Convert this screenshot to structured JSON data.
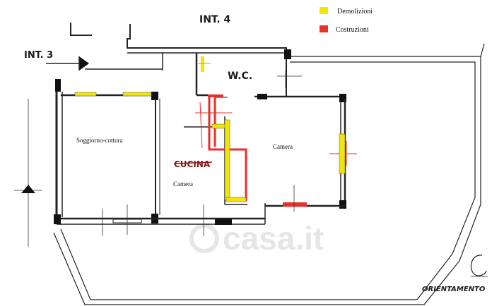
{
  "labels": {
    "int4": "INT. 4",
    "int3": "INT. 3",
    "wc": "W.C.",
    "soggiorno": "Soggiorno-cottura",
    "camera_left": "Camera",
    "camera_right": "Camera",
    "cucina": "CUCINA",
    "orientamento": "ORIENTAMENTO",
    "watermark": "casa.it"
  },
  "legend": [
    {
      "label": "Demolizioni",
      "color": "#f2e600"
    },
    {
      "label": "Costruzioni",
      "color": "#e8302a"
    }
  ],
  "colors": {
    "demolition": "#f2e600",
    "construction": "#e8302a",
    "wall": "#222222"
  }
}
